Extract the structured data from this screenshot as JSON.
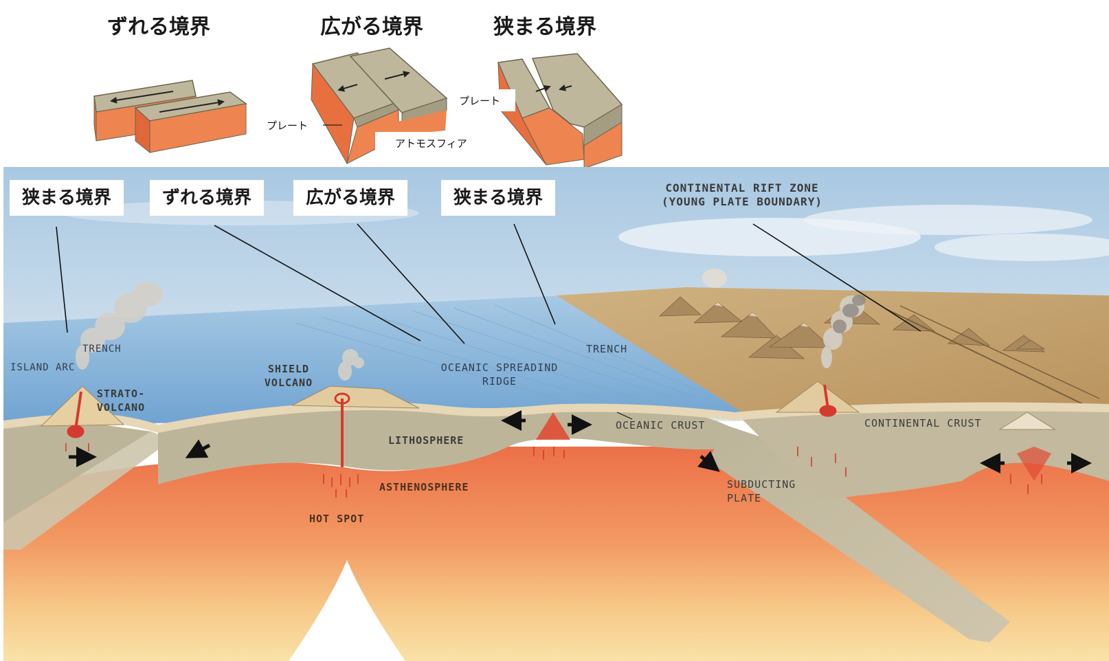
{
  "top_titles": {
    "transform": "ずれる境界",
    "divergent": "広がる境界",
    "convergent": "狭まる境界"
  },
  "block_labels": {
    "plate_left": "プレート",
    "plate_right": "プレート",
    "asthenosphere": "アトモスフィア"
  },
  "callouts": {
    "c1": "狭まる境界",
    "c2": "ずれる境界",
    "c3": "広がる境界",
    "c4": "狭まる境界"
  },
  "rift": {
    "line1": "CONTINENTAL RIFT ZONE",
    "line2": "(YOUNG PLATE BOUNDARY)"
  },
  "labels": {
    "trench_left": "TRENCH",
    "island_arc": "ISLAND ARC",
    "strato1": "STRATO-",
    "strato2": "VOLCANO",
    "shield1": "SHIELD",
    "shield2": "VOLCANO",
    "ridge1": "OCEANIC SPREADIND",
    "ridge2": "RIDGE",
    "trench_right": "TRENCH",
    "oceanic_crust": "OCEANIC CRUST",
    "continental_crust": "CONTINENTAL CRUST",
    "lithosphere": "LITHOSPHERE",
    "asthenosphere": "ASTHENOSPHERE",
    "hot_spot": "HOT SPOT",
    "subducting1": "SUBDUCTING",
    "subducting2": "PLATE"
  },
  "colors": {
    "sky": "#c9dcea",
    "ocean": "#8fb8da",
    "land": "#c8a978",
    "lithosphere": "#bdb59a",
    "asthenosphere": "#ee7d4f",
    "deep_mantle": "#f6c98b",
    "magma": "#d63a2c"
  }
}
